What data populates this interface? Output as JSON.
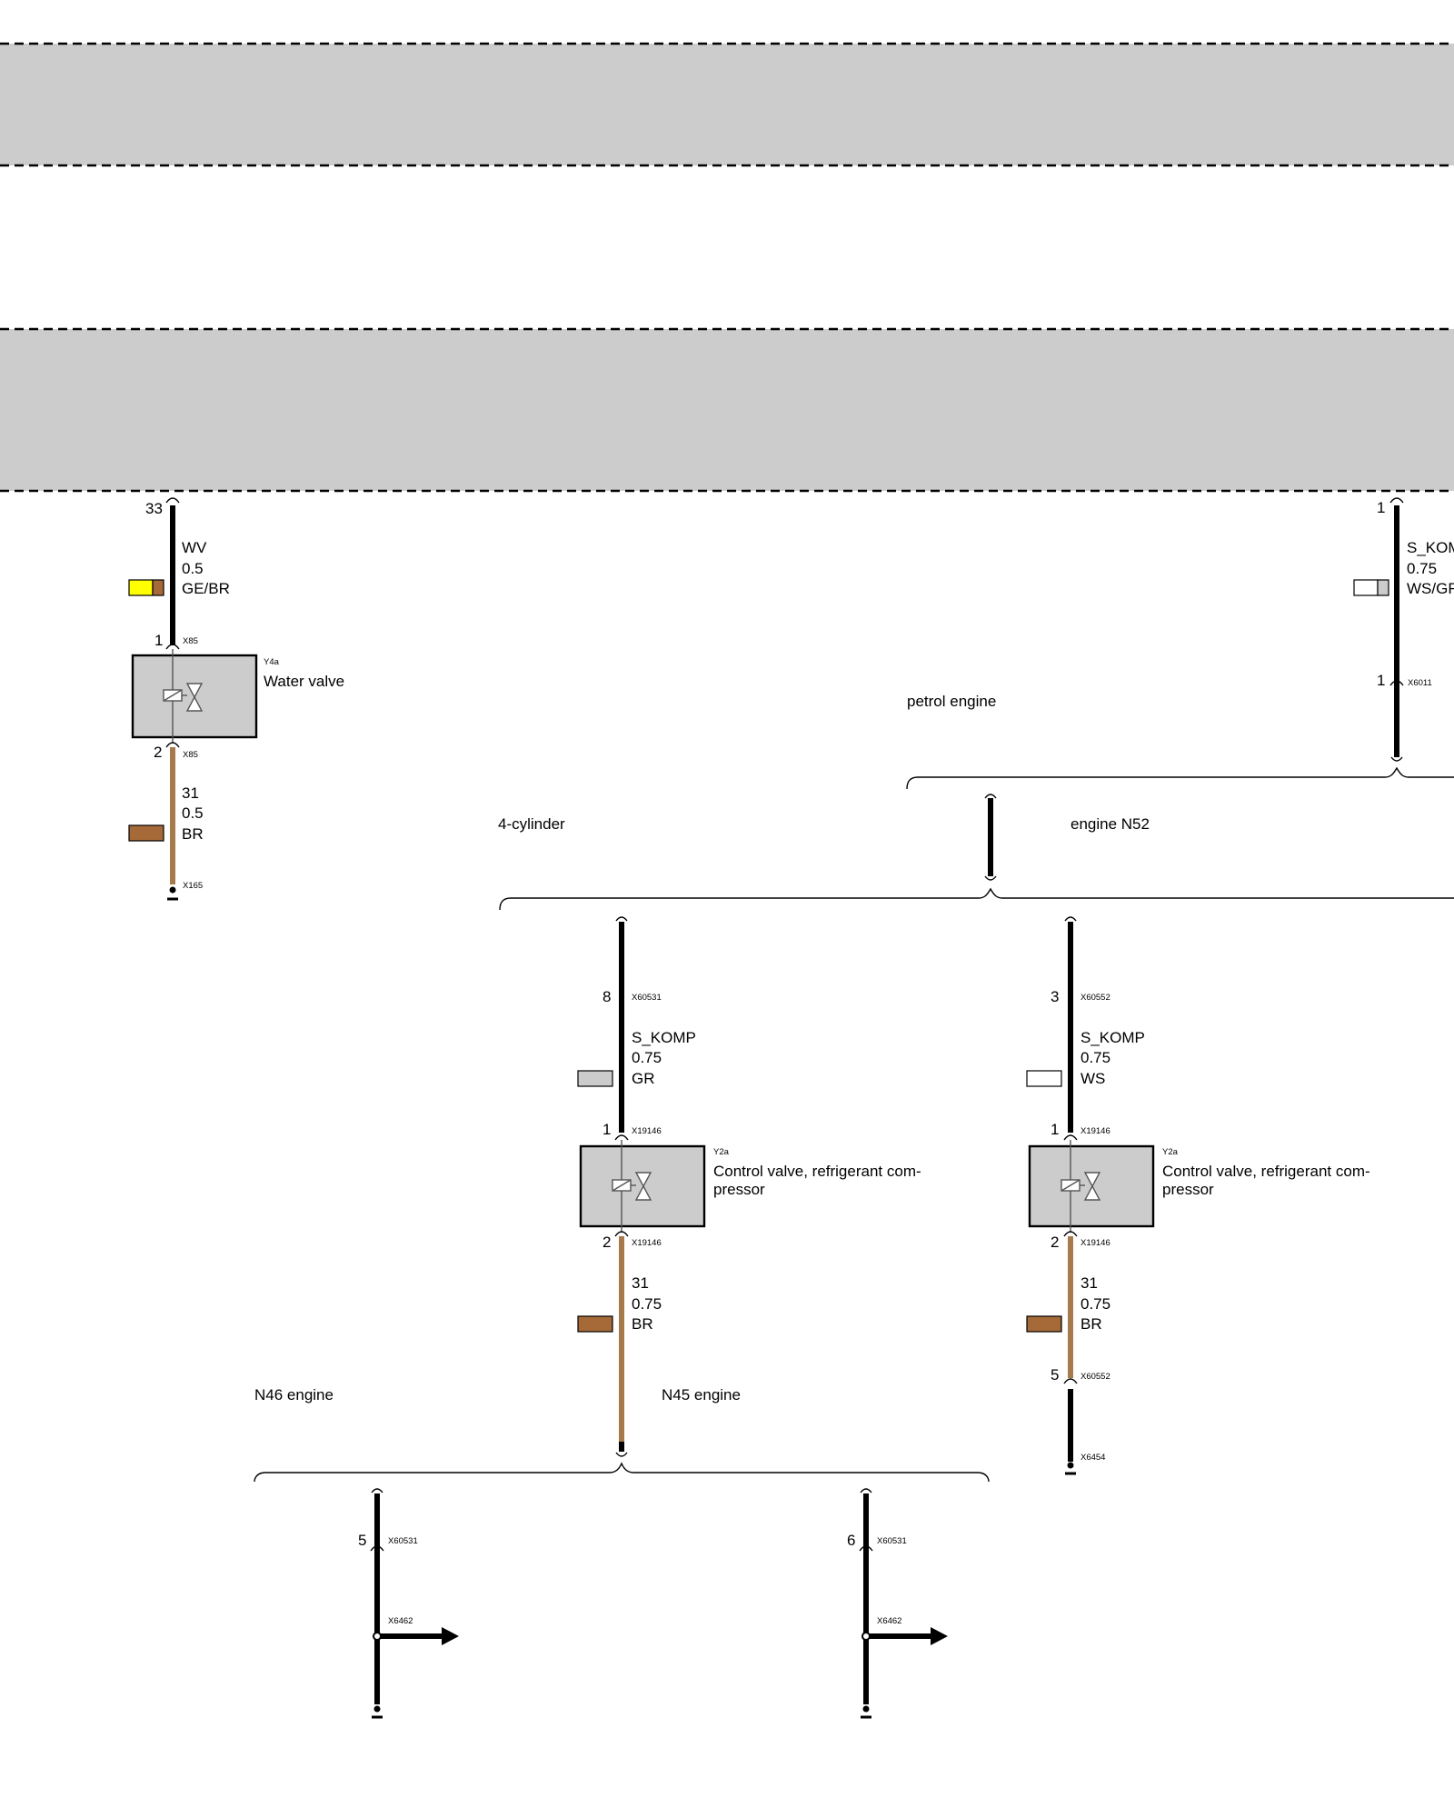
{
  "wires": [
    {
      "id": "w_water_in",
      "pin_top": "33",
      "signal": "WV",
      "gauge": "0.5",
      "color_code": "GE/BR",
      "swatch": [
        "#ffff00",
        "#a56a38"
      ],
      "conn_bottom": "X85",
      "pin_bottom": "1"
    },
    {
      "id": "w_water_gnd",
      "pin_top": "2",
      "conn_top": "X85",
      "signal": "31",
      "gauge": "0.5",
      "color_code": "BR",
      "swatch": [
        "#a56a38"
      ],
      "ground": "X165"
    },
    {
      "id": "w_right_top",
      "pin_top": "1",
      "signal": "S_KOMP",
      "gauge": "0.75",
      "color_code": "WS/GR",
      "swatch": [
        "#ffffff",
        "#cccccc"
      ],
      "conn_bottom": "X6011",
      "pin_bottom": "1"
    },
    {
      "id": "w_4cyl_in",
      "pin_top": "8",
      "conn_top": "X60531",
      "signal": "S_KOMP",
      "gauge": "0.75",
      "color_code": "GR",
      "swatch": [
        "#cccccc"
      ],
      "conn_bottom": "X19146",
      "pin_bottom": "1"
    },
    {
      "id": "w_4cyl_gnd",
      "pin_top": "2",
      "conn_top": "X19146",
      "signal": "31",
      "gauge": "0.75",
      "color_code": "BR",
      "swatch": [
        "#a56a38"
      ]
    },
    {
      "id": "w_n52_in",
      "pin_top": "3",
      "conn_top": "X60552",
      "signal": "S_KOMP",
      "gauge": "0.75",
      "color_code": "WS",
      "swatch": [
        "#ffffff"
      ],
      "conn_bottom": "X19146",
      "pin_bottom": "1"
    },
    {
      "id": "w_n52_gnd",
      "pin_top": "2",
      "conn_top": "X19146",
      "signal": "31",
      "gauge": "0.75",
      "color_code": "BR",
      "swatch": [
        "#a56a38"
      ],
      "conn_bottom": "X60552",
      "pin_bottom": "5",
      "ground": "X6454"
    }
  ],
  "components": [
    {
      "id": "Y4a",
      "name": "Water valve"
    },
    {
      "id": "Y2a",
      "name_line1": "Control valve, refrigerant com-",
      "name_line2": "pressor"
    },
    {
      "id": "Y2a",
      "name_line1": "Control valve, refrigerant com-",
      "name_line2": "pressor"
    }
  ],
  "variants": {
    "petrol_engine": "petrol engine",
    "four_cylinder": "4-cylinder",
    "engine_n52": "engine N52",
    "n46_engine": "N46 engine",
    "n45_engine": "N45 engine"
  },
  "branches": [
    {
      "pin": "5",
      "conn_top": "X60531",
      "splice": "X6462"
    },
    {
      "pin": "6",
      "conn_top": "X60531",
      "splice": "X6462"
    }
  ],
  "colors": {
    "wire": "#000000",
    "brown_wire": "#a77a4c",
    "module_fill": "#cccccc",
    "yellow": "#ffff00",
    "brown": "#a56a38",
    "grey": "#cccccc",
    "white": "#ffffff"
  }
}
